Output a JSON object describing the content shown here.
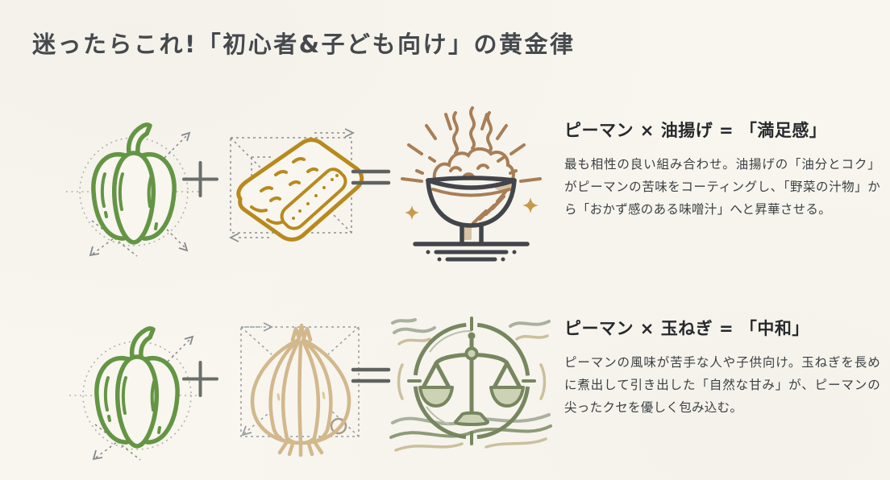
{
  "title": "迷ったらこれ!「初心者&子ども向け」の黄金律",
  "operators": {
    "plus": "+",
    "equals": "="
  },
  "icons": {
    "ingredient_a": "green-pepper-icon",
    "row1_ingredient_b": "fried-tofu-icon",
    "row1_result": "steaming-bowl-icon",
    "row2_ingredient_b": "onion-icon",
    "row2_result": "balance-scale-icon"
  },
  "colors": {
    "background": "#f8f6ef",
    "title_text": "#45494d",
    "heading_text": "#26292c",
    "body_text": "#3b3f43",
    "pepper_green": "#649544",
    "tofu_gold": "#b8891d",
    "onion_tan": "#d2b88c",
    "bowl_dark": "#424549",
    "bowl_brown": "#a87e56",
    "sparkle_gold": "#c79a49",
    "scale_sage": "#77865f",
    "scale_light": "#ccd2b4",
    "operator_gray": "#646664",
    "guide_gray": "#8b9092"
  },
  "rows": [
    {
      "ingredient_a": "ピーマン",
      "ingredient_b": "油揚げ",
      "result": "満足感",
      "heading": "ピーマン × 油揚げ = 「満足感」",
      "body": "最も相性の良い組み合わせ。油揚げの「油分とコク」がピーマンの苦味をコーティングし、「野菜の汁物」から「おかず感のある味噌汁」へと昇華させる。"
    },
    {
      "ingredient_a": "ピーマン",
      "ingredient_b": "玉ねぎ",
      "result": "中和",
      "heading": "ピーマン × 玉ねぎ = 「中和」",
      "body": "ピーマンの風味が苦手な人や子供向け。玉ねぎを長めに煮出して引き出した「自然な甘み」が、ピーマンの尖ったクセを優しく包み込む。"
    }
  ]
}
